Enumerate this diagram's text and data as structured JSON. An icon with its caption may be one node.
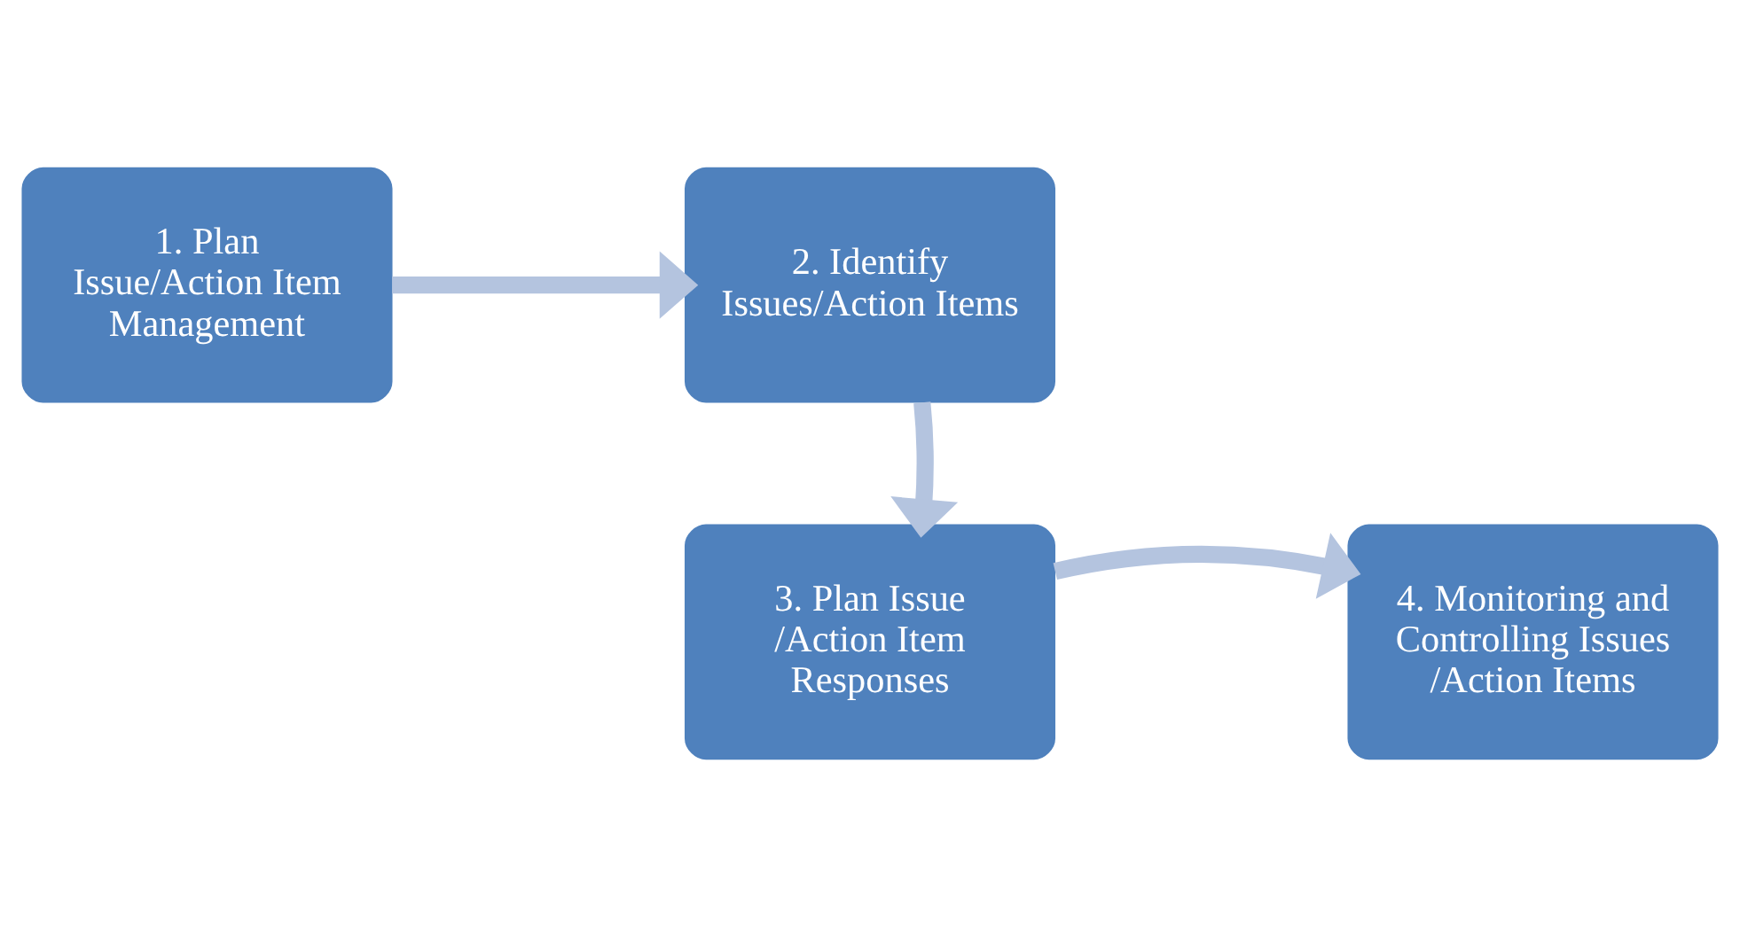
{
  "diagram": {
    "nodes": [
      {
        "text": [
          "1. Plan Issue/Action Item Management"
        ]
      },
      {
        "text": [
          "2. Identify Issues/Action Items"
        ]
      },
      {
        "text": [
          "3. Plan Issue /Action Item Responses"
        ]
      },
      {
        "text": [
          "4. Monitoring and Controlling Issues /Action Items"
        ]
      }
    ],
    "edges": [
      {
        "from": 0,
        "to": 1,
        "arrow": "to"
      },
      {
        "from": 1,
        "to": 2,
        "arrow": "to"
      },
      {
        "from": 2,
        "to": 3,
        "arrow": "to"
      }
    ]
  }
}
